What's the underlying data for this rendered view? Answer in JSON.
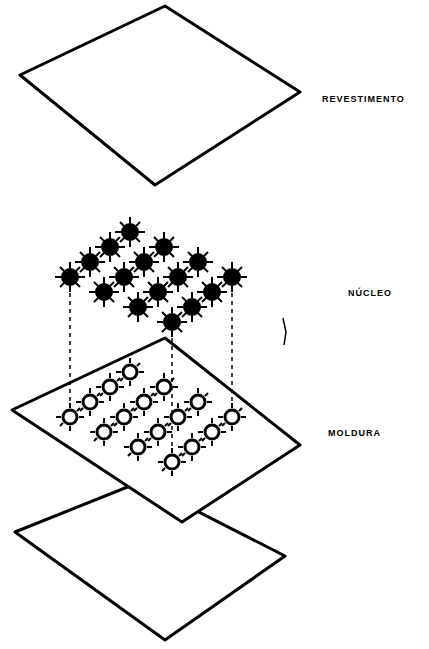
{
  "diagram": {
    "labels": [
      "REVESTIMENTO",
      "NÚCLEO",
      "MOLDURA"
    ]
  }
}
